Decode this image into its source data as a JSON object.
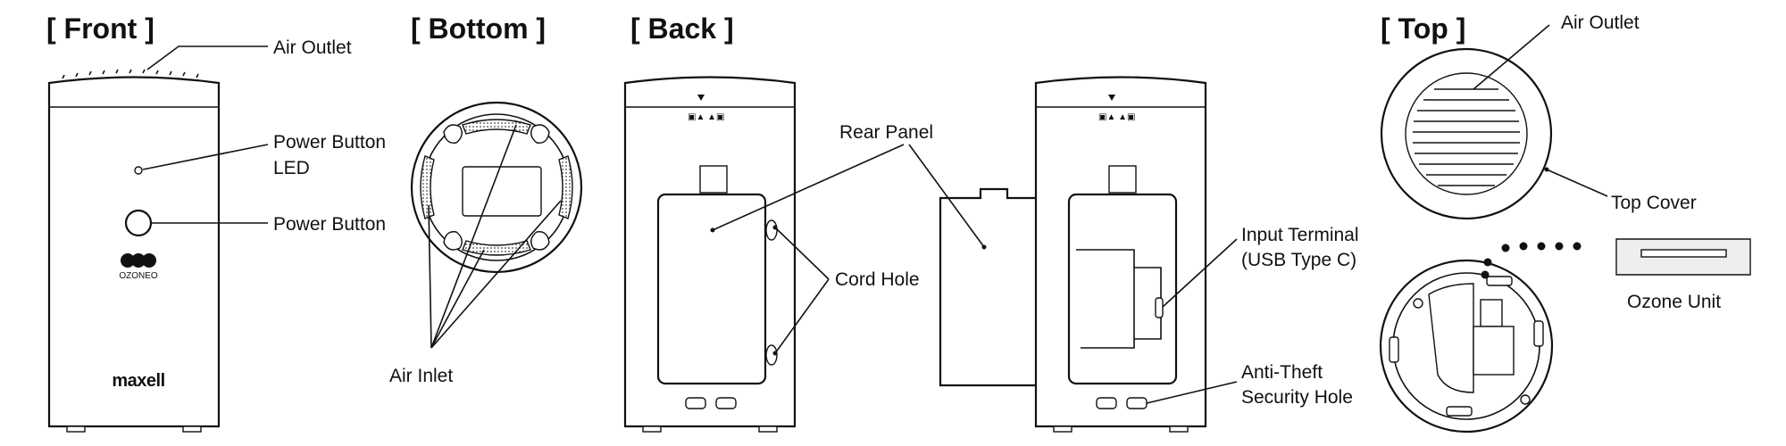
{
  "headers": {
    "front": "[ Front ]",
    "bottom": "[ Bottom ]",
    "back": "[ Back ]",
    "top": "[ Top ]"
  },
  "labels": {
    "air_outlet_front": "Air Outlet",
    "power_button_led_1": "Power Button",
    "power_button_led_2": "LED",
    "power_button": "Power Button",
    "air_inlet": "Air Inlet",
    "rear_panel": "Rear Panel",
    "cord_hole": "Cord Hole",
    "input_terminal_1": "Input Terminal",
    "input_terminal_2": "(USB Type C)",
    "anti_theft_1": "Anti-Theft",
    "anti_theft_2": "Security Hole",
    "air_outlet_top": "Air Outlet",
    "top_cover": "Top Cover",
    "ozone_unit": "Ozone Unit"
  },
  "product": {
    "ozone_logo_text": "OZONEO",
    "brand": "maxell"
  }
}
